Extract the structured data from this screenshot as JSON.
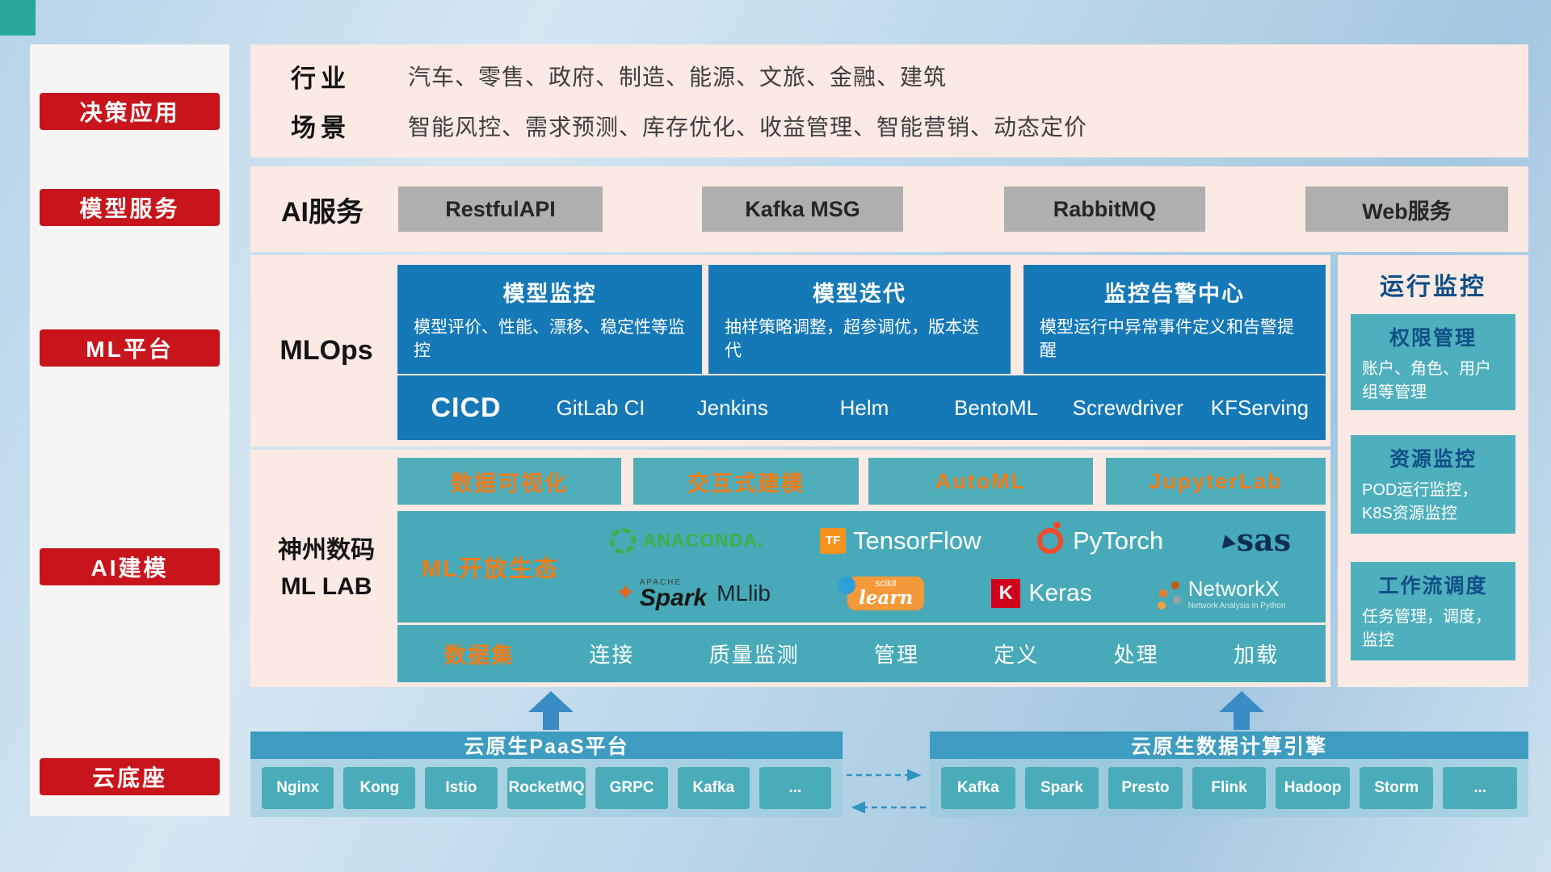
{
  "colors": {
    "accent_red": "#c8151c",
    "card_blue": "#1578b7",
    "teal": "#4aacb9",
    "orange": "#ee7d1a",
    "navy": "#0f4f87"
  },
  "sidebar": {
    "items": [
      {
        "label": "决策应用"
      },
      {
        "label": "模型服务"
      },
      {
        "label": "ML平台"
      },
      {
        "label": "AI建模"
      },
      {
        "label": "云底座"
      }
    ]
  },
  "top_row": {
    "industry_label": "行业",
    "industries": "汽车、零售、政府、制造、能源、文旅、金融、建筑",
    "scenario_label": "场景",
    "scenarios": "智能风控、需求预测、库存优化、收益管理、智能营销、动态定价"
  },
  "ai_service": {
    "label": "AI服务",
    "buttons": [
      "RestfulAPI",
      "Kafka MSG",
      "RabbitMQ",
      "Web服务"
    ]
  },
  "mlops": {
    "label": "MLOps",
    "cards": [
      {
        "title": "模型监控",
        "desc": "模型评价、性能、漂移、稳定性等监控"
      },
      {
        "title": "模型迭代",
        "desc": "抽样策略调整，超参调优，版本迭代"
      },
      {
        "title": "监控告警中心",
        "desc": "模型运行中异常事件定义和告警提醒"
      }
    ],
    "cicd": {
      "label": "CICD",
      "items": [
        "GitLab CI",
        "Jenkins",
        "Helm",
        "BentoML",
        "Screwdriver",
        "KFServing"
      ]
    }
  },
  "mllab": {
    "label_line1": "神州数码",
    "label_line2": "ML LAB",
    "top_buttons": [
      "数据可视化",
      "交互式建模",
      "AutoML",
      "JupyterLab"
    ],
    "eco_label": "ML开放生态",
    "logos": {
      "anaconda": "ANACONDA.",
      "tensorflow": "TensorFlow",
      "pytorch": "PyTorch",
      "sas": "sas",
      "apache": "APACHE",
      "spark": "Spark",
      "mllib": "MLlib",
      "scikit_prefix": "scikit",
      "scikit_learn": "learn",
      "keras_initial": "K",
      "keras": "Keras",
      "networkx": "NetworkX",
      "networkx_subtitle": "Network Analysis in Python"
    },
    "dataset": {
      "label": "数据集",
      "items": [
        "连接",
        "质量监测",
        "管理",
        "定义",
        "处理",
        "加载"
      ]
    }
  },
  "monitor": {
    "title": "运行监控",
    "cards": [
      {
        "title": "权限管理",
        "desc": "账户、角色、用户组等管理"
      },
      {
        "title": "资源监控",
        "desc": "POD运行监控，K8S资源监控"
      },
      {
        "title": "工作流调度",
        "desc": "任务管理，调度，监控"
      }
    ]
  },
  "bottom": {
    "paas": {
      "title": "云原生PaaS平台",
      "items": [
        "Nginx",
        "Kong",
        "Istio",
        "RocketMQ",
        "GRPC",
        "Kafka",
        "..."
      ]
    },
    "engine": {
      "title": "云原生数据计算引擎",
      "items": [
        "Kafka",
        "Spark",
        "Presto",
        "Flink",
        "Hadoop",
        "Storm",
        "..."
      ]
    }
  }
}
